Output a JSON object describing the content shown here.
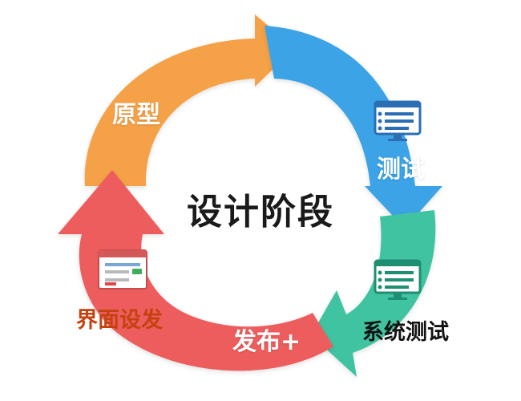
{
  "center_title": "设计阶段",
  "stages": [
    {
      "key": "prototype",
      "label": "原型",
      "color": "#f5a147"
    },
    {
      "key": "test",
      "label": "测试",
      "color": "#3aa3e6",
      "icon": "monitor-list-icon"
    },
    {
      "key": "system_test",
      "label": "系统测试",
      "color": "#3fc3a0",
      "icon": "monitor-list-icon"
    },
    {
      "key": "release",
      "label": "发布+",
      "color": "#ee5d5d"
    },
    {
      "key": "ui_dev",
      "label": "界面设发",
      "color": "#ee5d5d",
      "label_color": "#c4420f",
      "icon": "window-form-icon"
    }
  ],
  "colors": {
    "orange": "#f5a147",
    "blue": "#3aa3e6",
    "teal": "#3fc3a0",
    "red": "#ee5d5d",
    "ui_label": "#c4420f"
  }
}
